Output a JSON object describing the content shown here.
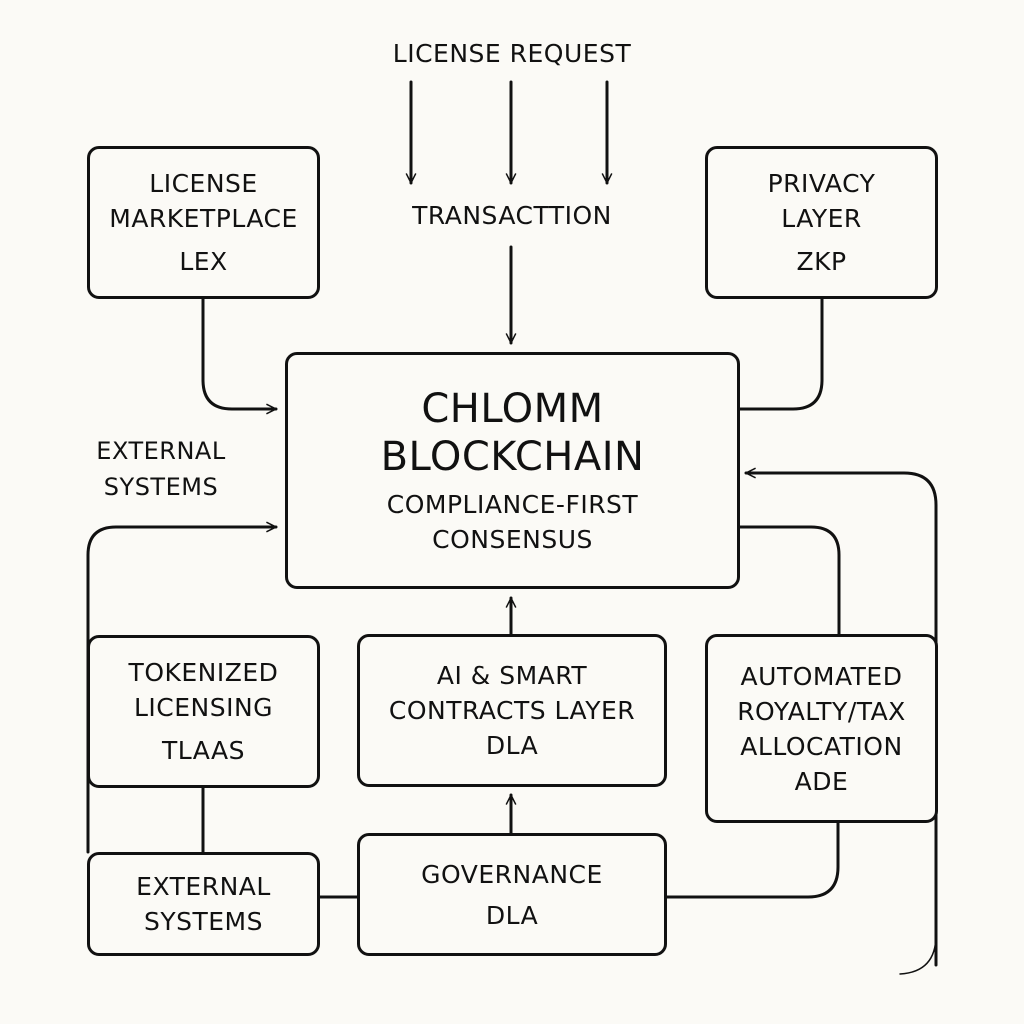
{
  "diagram": {
    "colors": {
      "background": "#fbfaf6",
      "stroke": "#111111",
      "text": "#111111"
    },
    "license_request": {
      "label": "LICENSE REQUEST"
    },
    "transaction": {
      "label": "TRANSACTTION"
    },
    "license_marketplace": {
      "line1": "LICENSE",
      "line2": "MARKETPLACE",
      "code": "LEX"
    },
    "privacy_layer": {
      "line1": "PRIVACY",
      "line2": "LAYER",
      "code": "ZKP"
    },
    "core": {
      "title1": "CHLOMM",
      "title2": "BLOCKCHAIN",
      "subtitle1": "COMPLIANCE-FIRST",
      "subtitle2": "CONSENSUS"
    },
    "external_systems_label": {
      "line1": "EXTERNAL",
      "line2": "SYSTEMS"
    },
    "tokenized_licensing": {
      "line1": "TOKENIZED",
      "line2": "LICENSING",
      "code": "TLAAS"
    },
    "ai_smart_contracts": {
      "line1": "AI & SMART",
      "line2": "CONTRACTS LAYER",
      "code": "DLA"
    },
    "automated_royalty": {
      "line1": "AUTOMATED",
      "line2": "ROYALTY/TAX",
      "line3": "ALLOCATION",
      "code": "ADE"
    },
    "external_systems_box": {
      "line1": "EXTERNAL",
      "line2": "SYSTEMS"
    },
    "governance": {
      "line1": "GOVERNANCE",
      "code": "DLA"
    }
  }
}
